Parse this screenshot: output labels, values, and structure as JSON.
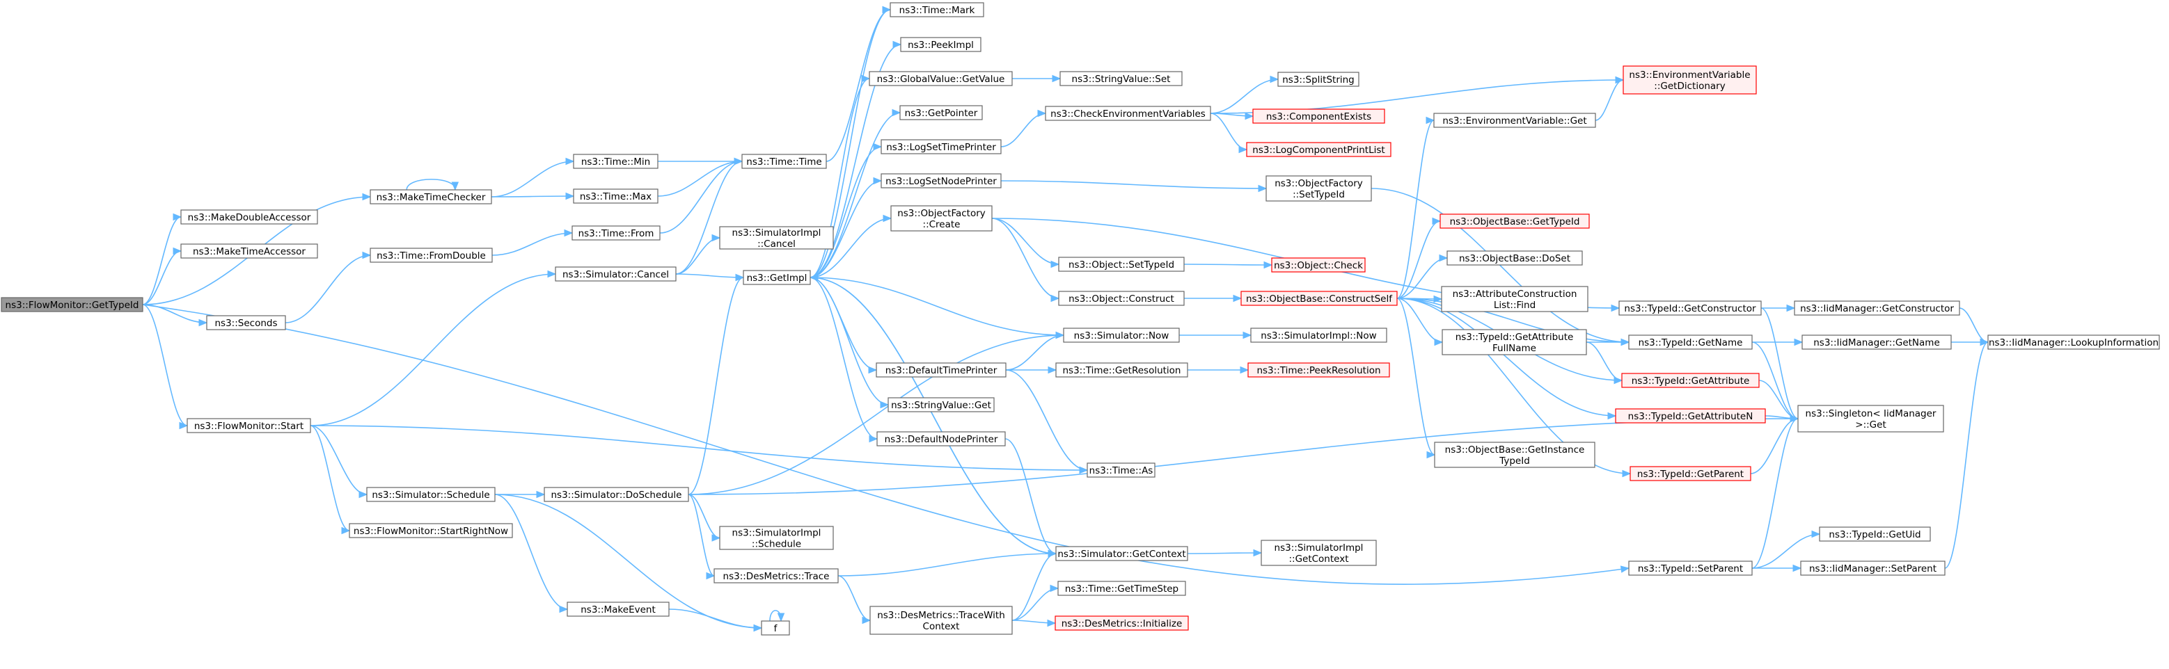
{
  "colors": {
    "edge": "#63b8ff",
    "node_border": "#666666",
    "node_fill": "#ffffff",
    "root_fill": "#999999",
    "truncated_border": "#ff0000",
    "truncated_fill": "#fff0f0"
  },
  "nodes": [
    {
      "id": "root",
      "lines": [
        "ns3::FlowMonitor::GetTypeId"
      ],
      "style": "root"
    },
    {
      "id": "mkdbl",
      "lines": [
        "ns3::MakeDoubleAccessor"
      ]
    },
    {
      "id": "mktacc",
      "lines": [
        "ns3::MakeTimeAccessor"
      ]
    },
    {
      "id": "mktchk",
      "lines": [
        "ns3::MakeTimeChecker"
      ]
    },
    {
      "id": "seconds",
      "lines": [
        "ns3::Seconds"
      ]
    },
    {
      "id": "fmstart",
      "lines": [
        "ns3::FlowMonitor::Start"
      ]
    },
    {
      "id": "tmin",
      "lines": [
        "ns3::Time::Min"
      ]
    },
    {
      "id": "tmax",
      "lines": [
        "ns3::Time::Max"
      ]
    },
    {
      "id": "tfrom",
      "lines": [
        "ns3::Time::From"
      ]
    },
    {
      "id": "tfromdbl",
      "lines": [
        "ns3::Time::FromDouble"
      ]
    },
    {
      "id": "ttime",
      "lines": [
        "ns3::Time::Time"
      ]
    },
    {
      "id": "tmark",
      "lines": [
        "ns3::Time::Mark"
      ]
    },
    {
      "id": "simcancel",
      "lines": [
        "ns3::Simulator::Cancel"
      ]
    },
    {
      "id": "simsched",
      "lines": [
        "ns3::Simulator::Schedule"
      ]
    },
    {
      "id": "startrn",
      "lines": [
        "ns3::FlowMonitor::StartRightNow"
      ]
    },
    {
      "id": "simdosched",
      "lines": [
        "ns3::Simulator::DoSchedule"
      ]
    },
    {
      "id": "mkevent",
      "lines": [
        "ns3::MakeEvent"
      ]
    },
    {
      "id": "f",
      "lines": [
        "f"
      ]
    },
    {
      "id": "implcancel",
      "lines": [
        "ns3::SimulatorImpl",
        "::Cancel"
      ]
    },
    {
      "id": "getimpl",
      "lines": [
        "ns3::GetImpl"
      ]
    },
    {
      "id": "peekimpl",
      "lines": [
        "ns3::PeekImpl"
      ]
    },
    {
      "id": "gvget",
      "lines": [
        "ns3::GlobalValue::GetValue"
      ]
    },
    {
      "id": "getptr",
      "lines": [
        "ns3::GetPointer"
      ]
    },
    {
      "id": "logtp",
      "lines": [
        "ns3::LogSetTimePrinter"
      ]
    },
    {
      "id": "lognp",
      "lines": [
        "ns3::LogSetNodePrinter"
      ]
    },
    {
      "id": "ofcreate",
      "lines": [
        "ns3::ObjectFactory",
        "::Create"
      ]
    },
    {
      "id": "dtp",
      "lines": [
        "ns3::DefaultTimePrinter"
      ]
    },
    {
      "id": "svget",
      "lines": [
        "ns3::StringValue::Get"
      ]
    },
    {
      "id": "dnp",
      "lines": [
        "ns3::DefaultNodePrinter"
      ]
    },
    {
      "id": "implsched",
      "lines": [
        "ns3::SimulatorImpl",
        "::Schedule"
      ]
    },
    {
      "id": "dmtrace",
      "lines": [
        "ns3::DesMetrics::Trace"
      ]
    },
    {
      "id": "dmtracewc",
      "lines": [
        "ns3::DesMetrics::TraceWith",
        "Context"
      ]
    },
    {
      "id": "svset",
      "lines": [
        "ns3::StringValue::Set"
      ]
    },
    {
      "id": "checkenv",
      "lines": [
        "ns3::CheckEnvironmentVariables"
      ]
    },
    {
      "id": "objsettid",
      "lines": [
        "ns3::Object::SetTypeId"
      ]
    },
    {
      "id": "objconstruct",
      "lines": [
        "ns3::Object::Construct"
      ]
    },
    {
      "id": "simnow",
      "lines": [
        "ns3::Simulator::Now"
      ]
    },
    {
      "id": "tgetres",
      "lines": [
        "ns3::Time::GetResolution"
      ]
    },
    {
      "id": "tas",
      "lines": [
        "ns3::Time::As"
      ]
    },
    {
      "id": "simgetctx",
      "lines": [
        "ns3::Simulator::GetContext"
      ]
    },
    {
      "id": "tgetstep",
      "lines": [
        "ns3::Time::GetTimeStep"
      ]
    },
    {
      "id": "dminit",
      "lines": [
        "ns3::DesMetrics::Initialize"
      ],
      "style": "truncated"
    },
    {
      "id": "splitstr",
      "lines": [
        "ns3::SplitString"
      ]
    },
    {
      "id": "compexists",
      "lines": [
        "ns3::ComponentExists"
      ],
      "style": "truncated"
    },
    {
      "id": "logcpl",
      "lines": [
        "ns3::LogComponentPrintList"
      ],
      "style": "truncated"
    },
    {
      "id": "ofsettid",
      "lines": [
        "ns3::ObjectFactory",
        "::SetTypeId"
      ]
    },
    {
      "id": "objcheck",
      "lines": [
        "ns3::Object::Check"
      ],
      "style": "truncated"
    },
    {
      "id": "obconstructself",
      "lines": [
        "ns3::ObjectBase::ConstructSelf"
      ],
      "style": "truncated"
    },
    {
      "id": "implnow",
      "lines": [
        "ns3::SimulatorImpl::Now"
      ]
    },
    {
      "id": "tpeekres",
      "lines": [
        "ns3::Time::PeekResolution"
      ],
      "style": "truncated"
    },
    {
      "id": "implgetctx",
      "lines": [
        "ns3::SimulatorImpl",
        "::GetContext"
      ]
    },
    {
      "id": "envgetdict",
      "lines": [
        "ns3::EnvironmentVariable",
        "::GetDictionary"
      ],
      "style": "truncated"
    },
    {
      "id": "envget",
      "lines": [
        "ns3::EnvironmentVariable::Get"
      ]
    },
    {
      "id": "obgettid",
      "lines": [
        "ns3::ObjectBase::GetTypeId"
      ],
      "style": "truncated"
    },
    {
      "id": "obdoset",
      "lines": [
        "ns3::ObjectBase::DoSet"
      ]
    },
    {
      "id": "acfind",
      "lines": [
        "ns3::AttributeConstruction",
        "List::Find"
      ]
    },
    {
      "id": "tidgafn",
      "lines": [
        "ns3::TypeId::GetAttribute",
        "FullName"
      ]
    },
    {
      "id": "obgetitid",
      "lines": [
        "ns3::ObjectBase::GetInstance",
        "TypeId"
      ]
    },
    {
      "id": "tidgetctor",
      "lines": [
        "ns3::TypeId::GetConstructor"
      ]
    },
    {
      "id": "tidgetname",
      "lines": [
        "ns3::TypeId::GetName"
      ]
    },
    {
      "id": "tidgetattr",
      "lines": [
        "ns3::TypeId::GetAttribute"
      ],
      "style": "truncated"
    },
    {
      "id": "tidgetattrn",
      "lines": [
        "ns3::TypeId::GetAttributeN"
      ],
      "style": "truncated"
    },
    {
      "id": "tidgetparent",
      "lines": [
        "ns3::TypeId::GetParent"
      ],
      "style": "truncated"
    },
    {
      "id": "tidsetparent",
      "lines": [
        "ns3::TypeId::SetParent"
      ]
    },
    {
      "id": "iidgetctor",
      "lines": [
        "ns3::IidManager::GetConstructor"
      ]
    },
    {
      "id": "iidgetname",
      "lines": [
        "ns3::IidManager::GetName"
      ]
    },
    {
      "id": "singleton",
      "lines": [
        "ns3::Singleton< IidManager",
        " >::Get"
      ]
    },
    {
      "id": "tidgetuid",
      "lines": [
        "ns3::TypeId::GetUid"
      ]
    },
    {
      "id": "iidsetparent",
      "lines": [
        "ns3::IidManager::SetParent"
      ]
    },
    {
      "id": "iidlookup",
      "lines": [
        "ns3::IidManager::LookupInformation"
      ]
    }
  ]
}
